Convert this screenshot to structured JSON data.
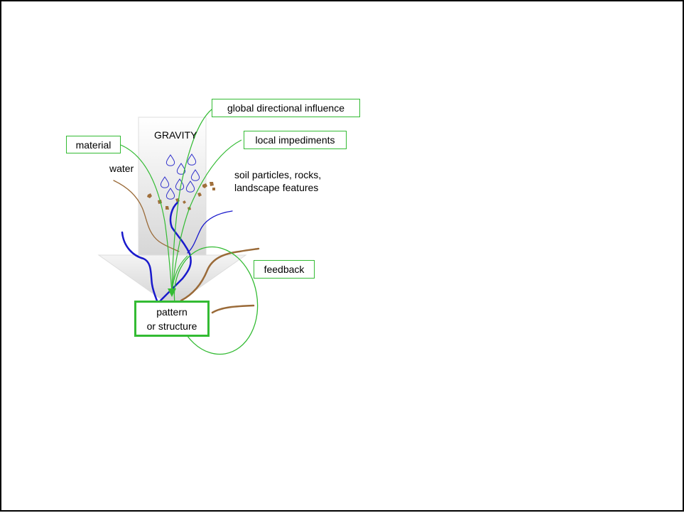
{
  "diagram": {
    "labels": {
      "gravity": "GRAVITY",
      "water": "water",
      "soil": "soil particles, rocks,",
      "soil_line2": "landscape features"
    },
    "boxes": {
      "material": "material",
      "global": "global directional influence",
      "local": "local impediments",
      "feedback": "feedback",
      "pattern_line1": "pattern",
      "pattern_line2": "or structure"
    },
    "colors": {
      "green": "#33bb33",
      "water_blue": "#1a1acc",
      "soil_brown": "#9a6a38",
      "arrow_fill": "#e4e4e4"
    }
  }
}
